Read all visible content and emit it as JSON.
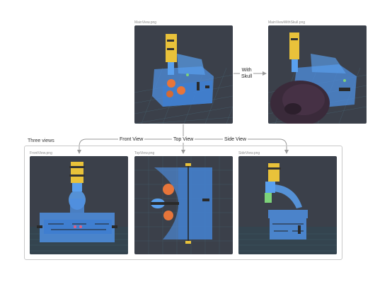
{
  "images": {
    "main": "MainView.png",
    "skull": "MainViewWithSkull.png",
    "front": "FrontView.png",
    "top": "TopView.png",
    "side": "SideView.png"
  },
  "group_title": "Three views",
  "edges": {
    "with_skull_line1": "With",
    "with_skull_line2": "Skull",
    "front": "Front View",
    "top": "Top View",
    "side": "Side View"
  },
  "colors": {
    "viewport_bg": "#3b404a",
    "grid": "#4a6f7f",
    "device_blue": "#4f8fe0",
    "holder_yellow": "#e9c23a",
    "ball_orange": "#e7753a",
    "skull_dark": "#3a2a3a"
  }
}
